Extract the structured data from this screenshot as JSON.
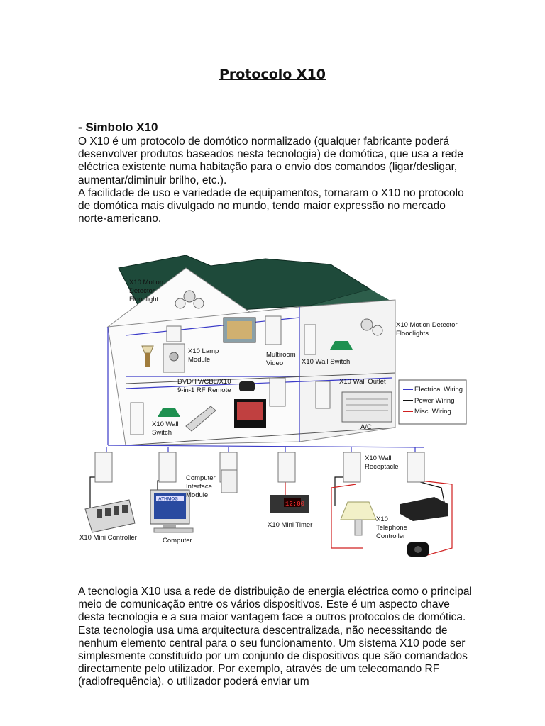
{
  "title": "Protocolo X10",
  "section_heading": "- Símbolo X10",
  "paragraph1": "O X10 é um protocolo de domótico normalizado (qualquer fabricante poderá desenvolver produtos baseados nesta tecnologia) de domótica, que usa a rede eléctrica existente numa habitação para o envio dos comandos (ligar/desligar, aumentar/diminuir brilho, etc.).",
  "paragraph2": "A facilidade de uso e variedade de equipamentos, tornaram o X10 no protocolo de domótica mais divulgado no mundo, tendo maior expressão no mercado norte-americano.",
  "paragraph3": "A tecnologia X10 usa a rede de distribuição de energia eléctrica como o principal meio de comunicação entre os vários dispositivos. Este é um aspecto chave desta tecnologia e a sua maior vantagem face a outros protocolos de domótica. Esta tecnologia usa uma arquitectura descentralizada, não necessitando de nenhum elemento central para o seu funcionamento. Um sistema X10 pode ser simplesmente constituído por um conjunto de dispositivos que são comandados directamente pelo utilizador. Por exemplo, através de um telecomando RF (radiofrequência), o utilizador poderá enviar um",
  "diagram": {
    "motion_floodlight_l1": "X10 Motion",
    "motion_floodlight_l2": "Detector",
    "motion_floodlight_l3": "Floodlight",
    "motion_floodlights_r1": "X10 Motion Detector",
    "motion_floodlights_r2": "Floodlights",
    "lamp_module_l1": "X10 Lamp",
    "lamp_module_l2": "Module",
    "multiroom_l1": "Multiroom",
    "multiroom_l2": "Video",
    "wall_switch_up": "X10 Wall Switch",
    "rf_remote_l1": "DVD/TV/CBL/X10",
    "rf_remote_l2": "9-in-1 RF Remote",
    "wall_outlet": "X10 Wall Outlet",
    "ac": "A/C",
    "wall_switch_down_l1": "X10 Wall",
    "wall_switch_down_l2": "Switch",
    "computer_interface_l1": "Computer",
    "computer_interface_l2": "Interface",
    "computer_interface_l3": "Module",
    "wall_receptacle_l1": "X10 Wall",
    "wall_receptacle_l2": "Receptacle",
    "mini_controller": "X10 Mini Controller",
    "computer": "Computer",
    "mini_timer": "X10 Mini Timer",
    "mini_timer_display": "12:00",
    "telephone_l1": "X10",
    "telephone_l2": "Telephone",
    "telephone_l3": "Controller",
    "monitor_brand": "ATHMOS",
    "legend_electrical": "Electrical Wiring",
    "legend_power": "Power Wiring",
    "legend_misc": "Misc. Wiring",
    "colors": {
      "electrical": "#3a3ac8",
      "power": "#111111",
      "misc": "#d02020",
      "roof": "#1e4a3a"
    }
  }
}
